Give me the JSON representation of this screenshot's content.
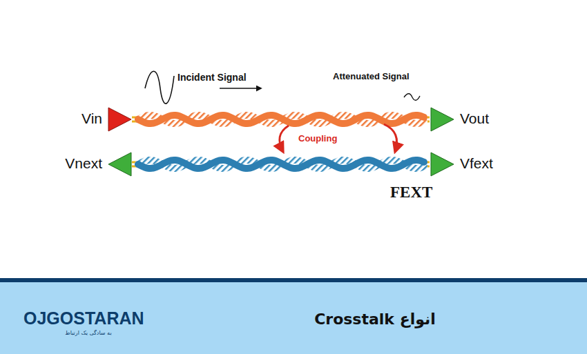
{
  "diagram": {
    "title": "انواع Crosstalk",
    "labels": [
      "Incident Signal",
      "Attenuated Signal",
      "Vin",
      "Vout",
      "Vnext",
      "Vfext",
      "Coupling",
      "FEXT",
      "OJGOSTARAN",
      "به سادگی یک ارتباط"
    ]
  }
}
